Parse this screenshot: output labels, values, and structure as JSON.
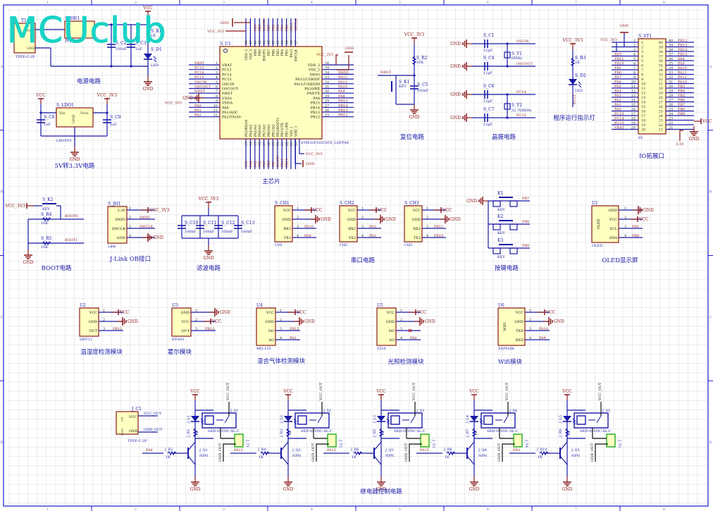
{
  "watermark": "MCUclub",
  "frame": {
    "columns": [
      "1",
      "2",
      "3",
      "4",
      "5",
      "6",
      "7",
      "8"
    ],
    "rows": [
      "A",
      "B",
      "C",
      "D"
    ]
  },
  "colors": {
    "wire": "#1a1aa8",
    "part_outline": "#8b1a1a",
    "part_fill": "#ffffc0",
    "net_label": "#8b1a1a",
    "designator": "#1a1aa8",
    "grid": "#e6e6e6",
    "border": "#1a1ad0",
    "connector_green": "#22aa22"
  },
  "blocks": {
    "power": {
      "title": "电源电路",
      "parts": {
        "T1": "T1",
        "T1_value": "TYPE-C-2P",
        "T1_pins": [
          "VCC",
          "GND",
          "NC"
        ],
        "sw": "S_SW1",
        "sw_value": "开关",
        "c2": "S_C2",
        "c2_val": "100uF",
        "c3": "S_C3",
        "c3_val": "1uF",
        "r1": "S_R1",
        "r1_val": "1K",
        "d1": "S_D1",
        "d1_val": "LED"
      },
      "nets": [
        "VCC",
        "GND"
      ]
    },
    "ldo": {
      "title": "5V转3.3V电路",
      "part": "S_LDO1",
      "value": "LDO3V3",
      "pins": [
        "Vin",
        "Vout",
        "GND"
      ],
      "c8": "S_C8",
      "c8_val": "1uF",
      "c9": "S_C9",
      "c9_val": "1uF",
      "nets": [
        "VCC",
        "VCC_3V3",
        "GND"
      ]
    },
    "mcu": {
      "title": "主芯片",
      "part": "S_U1",
      "value": "STM32F103C8T6_LQFP48",
      "left_pins": [
        {
          "n": "1",
          "name": "VBAT",
          "net": "VBAT"
        },
        {
          "n": "2",
          "name": "PC13",
          "net": "PC13"
        },
        {
          "n": "3",
          "name": "PC14",
          "net": "PC14"
        },
        {
          "n": "4",
          "name": "PC15",
          "net": "PC15"
        },
        {
          "n": "5",
          "name": "OSCIN",
          "net": "OSCIN"
        },
        {
          "n": "6",
          "name": "OSCOUT",
          "net": "OSCOUT"
        },
        {
          "n": "7",
          "name": "NRST",
          "net": "NRST"
        },
        {
          "n": "8",
          "name": "VSSA",
          "net": "GND"
        },
        {
          "n": "9",
          "name": "VDDA",
          "net": "VCC_3V3"
        },
        {
          "n": "10",
          "name": "PA0",
          "net": "PA0"
        },
        {
          "n": "11",
          "name": "PA1/ADC",
          "net": "PA1"
        },
        {
          "n": "12",
          "name": "PA2/TX/A0",
          "net": "PA2"
        }
      ],
      "right_pins": [
        {
          "n": "36",
          "name": "VDD_2",
          "net": "VCC_3V3"
        },
        {
          "n": "35",
          "name": "VSS_2",
          "net": "GND"
        },
        {
          "n": "34",
          "name": "SWIO",
          "net": "SWIO"
        },
        {
          "n": "33",
          "name": "PA12/USB/DP",
          "net": "PA12"
        },
        {
          "n": "32",
          "name": "PA11/USB/DM",
          "net": "PA11"
        },
        {
          "n": "31",
          "name": "PA10/RX",
          "net": "PA10"
        },
        {
          "n": "30",
          "name": "PA9/TX",
          "net": "PA9"
        },
        {
          "n": "29",
          "name": "PA8",
          "net": "PA8"
        },
        {
          "n": "28",
          "name": "PB15",
          "net": "PB15"
        },
        {
          "n": "27",
          "name": "PB14",
          "net": "PB14"
        },
        {
          "n": "26",
          "name": "PB13",
          "net": "PB13"
        },
        {
          "n": "25",
          "name": "PB12",
          "net": "PB12"
        }
      ],
      "top_pins": [
        {
          "n": "48",
          "name": "VDD_3",
          "net": "VCC_3V3"
        },
        {
          "n": "47",
          "name": "VSS_3",
          "net": "GND"
        },
        {
          "n": "46",
          "name": "PB9",
          "net": "PB9"
        },
        {
          "n": "45",
          "name": "PB8",
          "net": "PB8"
        },
        {
          "n": "44",
          "name": "BOOT0",
          "net": "BOOT0"
        },
        {
          "n": "43",
          "name": "PB7",
          "net": "PB7"
        },
        {
          "n": "42",
          "name": "PB6",
          "net": "PB6"
        },
        {
          "n": "41",
          "name": "PB5",
          "net": "PB5"
        },
        {
          "n": "40",
          "name": "PB4",
          "net": "PB4"
        },
        {
          "n": "39",
          "name": "PB3",
          "net": "PB3"
        },
        {
          "n": "38",
          "name": "PA15",
          "net": "PA15"
        },
        {
          "n": "37",
          "name": "SWCLK",
          "net": "SWCLK"
        }
      ],
      "bottom_pins": [
        {
          "n": "13",
          "name": "PA3/RX/A0",
          "net": "PA3"
        },
        {
          "n": "14",
          "name": "PA4/AO",
          "net": "PA4"
        },
        {
          "n": "15",
          "name": "PA5/AO",
          "net": "PA5"
        },
        {
          "n": "16",
          "name": "PA6/AO",
          "net": "PA6"
        },
        {
          "n": "17",
          "name": "PA7/AO",
          "net": "PA7"
        },
        {
          "n": "18",
          "name": "PB0/AO",
          "net": "PB0"
        },
        {
          "n": "19",
          "name": "PB1/AO",
          "net": "PB1"
        },
        {
          "n": "20",
          "name": "PB2/BOOT1",
          "net": "BOOT1"
        },
        {
          "n": "21",
          "name": "PB10/TX",
          "net": "PB10"
        },
        {
          "n": "22",
          "name": "PB11/RX",
          "net": "PB11"
        },
        {
          "n": "23",
          "name": "VSS_1",
          "net": "GND"
        },
        {
          "n": "24",
          "name": "VDD_1",
          "net": "VCC_3V3"
        }
      ],
      "nets": {
        "gnd": "GND",
        "vcc": "VCC_3V3"
      }
    },
    "reset": {
      "title": "复位电路",
      "r": "S_R2",
      "r_val": "10K",
      "c": "S_C5",
      "c_val": "100nF",
      "k": "S_K1",
      "k_val": "KEY",
      "nets": [
        "VCC_3V3",
        "NRST",
        "GND"
      ]
    },
    "crystal": {
      "title": "晶振电路",
      "caps": [
        {
          "ref": "S_C1",
          "val": "12pF"
        },
        {
          "ref": "S_C4",
          "val": "12pF"
        },
        {
          "ref": "S_C6",
          "val": "12pF"
        },
        {
          "ref": "S_C7",
          "val": "12pF"
        }
      ],
      "y1": "S_Y1",
      "y1_val": "8MHz",
      "y2": "S_Y2",
      "y2_val": "32.768KHz",
      "nets": [
        "OSCIN",
        "OSCOUT",
        "PC14",
        "PC15",
        "GND"
      ]
    },
    "led": {
      "title": "程序运行指示灯",
      "r": "S_R3",
      "r_val": "1K",
      "d": "S_D2",
      "d_val": "LED",
      "nets": [
        "VCC_3V3",
        "PC13"
      ]
    },
    "io": {
      "title": "IO拓展口",
      "part": "S_ST1",
      "value": "IO",
      "left": [
        {
          "n": "1",
          "net": "VCC_3V3"
        },
        {
          "n": "2",
          "net": ""
        },
        {
          "n": "3",
          "net": ""
        },
        {
          "n": "4",
          "net": "RST"
        },
        {
          "n": "5",
          "net": "PB11"
        },
        {
          "n": "6",
          "net": "PB10"
        },
        {
          "n": "7",
          "net": "PB1"
        },
        {
          "n": "8",
          "net": "PB0"
        },
        {
          "n": "9",
          "net": "PA7"
        },
        {
          "n": "10",
          "net": "PA6"
        },
        {
          "n": "11",
          "net": "PA5"
        },
        {
          "n": "12",
          "net": "PA4"
        },
        {
          "n": "13",
          "net": "PA3"
        },
        {
          "n": "14",
          "net": "PA2"
        },
        {
          "n": "15",
          "net": "PA1"
        },
        {
          "n": "16",
          "net": "PA0"
        },
        {
          "n": "17",
          "net": "PC15"
        },
        {
          "n": "18",
          "net": "PC14"
        },
        {
          "n": "19",
          "net": "PC13"
        },
        {
          "n": "20",
          "net": "VBAT"
        }
      ],
      "right": [
        {
          "n": "40",
          "net": "PB12"
        },
        {
          "n": "39",
          "net": "PB13"
        },
        {
          "n": "38",
          "net": "PB14"
        },
        {
          "n": "37",
          "net": "PB15"
        },
        {
          "n": "36",
          "net": "PA8"
        },
        {
          "n": "35",
          "net": "PA9"
        },
        {
          "n": "34",
          "net": "PA10"
        },
        {
          "n": "33",
          "net": "PA11"
        },
        {
          "n": "32",
          "net": "PA12"
        },
        {
          "n": "31",
          "net": "PA15"
        },
        {
          "n": "30",
          "net": "PB3"
        },
        {
          "n": "29",
          "net": "PB4"
        },
        {
          "n": "28",
          "net": "PB5"
        },
        {
          "n": "27",
          "net": "PB6"
        },
        {
          "n": "26",
          "net": "PB7"
        },
        {
          "n": "25",
          "net": "PB8"
        },
        {
          "n": "24",
          "net": "PB9"
        },
        {
          "n": "23",
          "net": "VCC"
        },
        {
          "n": "22",
          "net": "GND"
        },
        {
          "n": "21",
          "net": "3.3V"
        }
      ],
      "nets": [
        "GND",
        "VCC",
        "3.3V",
        "VCC_3V3"
      ]
    },
    "boot": {
      "title": "BOOT电路",
      "k": "S_K2",
      "k_val": "KEY",
      "r4": "S_R4",
      "r4_val": "10K",
      "r5": "S_R5",
      "r5_val": "10K",
      "nets": [
        "VCC_3V3",
        "BOOT0",
        "BOOT1",
        "GND"
      ]
    },
    "jlink": {
      "title": "J-Link OB接口",
      "part": "S_JH1",
      "value": "Link",
      "pins": [
        {
          "n": "1",
          "name": "3.3V",
          "net": "VCC_3V3"
        },
        {
          "n": "2",
          "name": "SWIO",
          "net": "SWIO"
        },
        {
          "n": "3",
          "name": "SWCLK",
          "net": "SWCLK"
        },
        {
          "n": "4",
          "name": "GND",
          "net": "GND"
        }
      ]
    },
    "filter": {
      "title": "滤波电路",
      "caps": [
        {
          "ref": "S_C10",
          "val": "100nF"
        },
        {
          "ref": "S_C11",
          "val": "100nF"
        },
        {
          "ref": "S_C12",
          "val": "100nF"
        },
        {
          "ref": "S_C13",
          "val": "100nF"
        }
      ],
      "nets": [
        "VCC_3V3",
        "GND"
      ]
    },
    "uart": {
      "title": "串口电路",
      "channels": [
        {
          "ref": "S_CH1",
          "value": "CH1",
          "pins": [
            {
              "n": "1",
              "name": "VCC",
              "net": "VCC"
            },
            {
              "n": "2",
              "name": "GND",
              "net": "GND"
            },
            {
              "n": "3",
              "name": "RX1",
              "net": "PA10"
            },
            {
              "n": "4",
              "name": "TX1",
              "net": "PA9"
            }
          ]
        },
        {
          "ref": "S_CH2",
          "value": "CH2",
          "pins": [
            {
              "n": "1",
              "name": "VCC",
              "net": "VCC"
            },
            {
              "n": "2",
              "name": "GND",
              "net": "GND"
            },
            {
              "n": "3",
              "name": "RX2",
              "net": "PA3"
            },
            {
              "n": "4",
              "name": "TX2",
              "net": "PA2"
            }
          ]
        },
        {
          "ref": "S_CH3",
          "value": "CH3",
          "pins": [
            {
              "n": "1",
              "name": "VCC",
              "net": "VCC"
            },
            {
              "n": "2",
              "name": "GND",
              "net": "GND"
            },
            {
              "n": "3",
              "name": "RX3",
              "net": "PB11"
            },
            {
              "n": "4",
              "name": "TX3",
              "net": "PB10"
            }
          ]
        }
      ]
    },
    "keys": {
      "title": "按键电路",
      "keys": [
        {
          "ref": "K1",
          "val": "KEY",
          "net": "PB7"
        },
        {
          "ref": "K2",
          "val": "KEY",
          "net": "PB8"
        },
        {
          "ref": "K3",
          "val": "KEY",
          "net": "PB9"
        }
      ],
      "gnd": "GND"
    },
    "oled": {
      "title": "OLED显示屏",
      "part": "U1",
      "value": "OLED",
      "inner": "OLED",
      "pins": [
        {
          "n": "1",
          "name": "GND",
          "net": "GND"
        },
        {
          "n": "2",
          "name": "VCC",
          "net": "VCC"
        },
        {
          "n": "3",
          "name": "SCL",
          "net": "PB1"
        },
        {
          "n": "4",
          "name": "SDA",
          "net": "PB0"
        }
      ]
    },
    "dht": {
      "title": "温湿度检测模块",
      "part": "U2",
      "value": "DHT11",
      "pins": [
        {
          "n": "1",
          "name": "VCC",
          "net": "VCC"
        },
        {
          "n": "2",
          "name": "GND",
          "net": "GND"
        },
        {
          "n": "3",
          "name": "OUT",
          "net": "PB12"
        }
      ]
    },
    "hall": {
      "title": "霍尔模块",
      "part": "U3",
      "value": "KY-003",
      "pins": [
        {
          "n": "1",
          "name": "GND",
          "net": "GND"
        },
        {
          "n": "2",
          "name": "VCC",
          "net": "VCC"
        },
        {
          "n": "3",
          "name": "OUT",
          "net": "PB13"
        }
      ]
    },
    "gas": {
      "title": "混合气体检测模块",
      "part": "U4",
      "value": "MQ-135",
      "pins": [
        {
          "n": "1",
          "name": "VCC",
          "net": "VCC"
        },
        {
          "n": "2",
          "name": "GND",
          "net": "GND"
        },
        {
          "n": "3",
          "name": "DO",
          "net": "PB15"
        },
        {
          "n": "4",
          "name": "AO",
          "net": "PA1"
        }
      ]
    },
    "light": {
      "title": "光照检测模块",
      "part": "U5",
      "value": "5516",
      "pins": [
        {
          "n": "1",
          "name": "VCC",
          "net": "VCC"
        },
        {
          "n": "2",
          "name": "GND",
          "net": "GND"
        },
        {
          "n": "3",
          "name": "DO",
          "net": ""
        },
        {
          "n": "4",
          "name": "AO",
          "net": "PA0"
        }
      ]
    },
    "wifi": {
      "title": "Wifi模块",
      "part": "U6",
      "value": "ESP8266",
      "inner": "WIFI",
      "pins": [
        {
          "n": "1",
          "name": "VCC",
          "net": "VCC"
        },
        {
          "n": "2",
          "name": "GND",
          "net": "GND"
        },
        {
          "n": "3",
          "name": "TXD",
          "net": "PA10"
        },
        {
          "n": "4",
          "name": "RXD",
          "net": "PA9"
        }
      ]
    },
    "relay": {
      "title": "继电器控制电路",
      "typec": {
        "ref": "J_C1",
        "value": "TYPE-C-2P",
        "pins": [
          "VCC",
          "GND",
          "NC",
          "GND"
        ],
        "nets": [
          "VCC_OUT",
          "GND_OUT"
        ]
      },
      "channels": [
        {
          "led": "J_L1",
          "r_led": "J_R1",
          "r_led_val": "1K",
          "relay": "J_S1",
          "relay_val": "SRD-05VDC-SL-C",
          "conn": "J_T1",
          "rb": "J_R2",
          "rb_val": "1K",
          "q": "J_Q1",
          "q_val": "NPN",
          "in": "PA8",
          "out": "PA11"
        },
        {
          "led": "J_L2",
          "r_led": "J_R3",
          "r_led_val": "1K",
          "relay": "J_S2",
          "relay_val": "SRD-05VDC-SL-C",
          "conn": "J_T2",
          "rb": "J_R4",
          "rb_val": "1K",
          "q": "J_Q2",
          "q_val": "NPN",
          "in": "",
          "out": "PA12"
        },
        {
          "led": "J_L3",
          "r_led": "J_R5",
          "r_led_val": "1K",
          "relay": "J_S3",
          "relay_val": "SRD-05VDC-SL-C",
          "conn": "J_T3",
          "rb": "J_R6",
          "rb_val": "1K",
          "q": "J_Q3",
          "q_val": "NPN",
          "in": "",
          "out": "PA15"
        },
        {
          "led": "J_L4",
          "r_led": "J_R7",
          "r_led_val": "1K",
          "relay": "J_S4",
          "relay_val": "SRD-05VDC-SL-C",
          "conn": "J_T4",
          "rb": "J_R8",
          "rb_val": "1K",
          "q": "J_Q4",
          "q_val": "NPN",
          "in": "",
          "out": "PB3"
        },
        {
          "led": "J_L5",
          "r_led": "J_R9",
          "r_led_val": "1K",
          "relay": "J_S5",
          "relay_val": "SRD-05VDC-SL-C",
          "conn": "J_T5",
          "rb": "J_R10",
          "rb_val": "1K",
          "q": "J_Q5",
          "q_val": "NPN",
          "in": "",
          "out": ""
        }
      ],
      "nets": {
        "vcc": "VCC",
        "gnd": "GND",
        "vcc_out": "VCC_OUT",
        "gnd_out": "GND_OUT"
      }
    }
  }
}
